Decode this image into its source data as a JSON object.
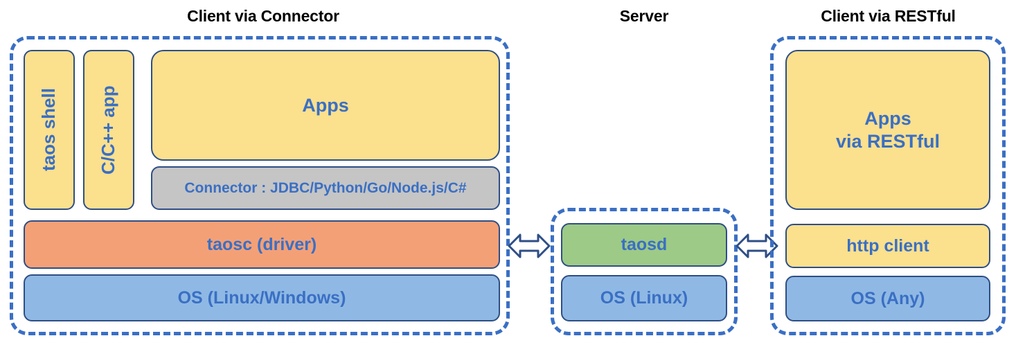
{
  "diagram": {
    "title_left": "Client via Connector",
    "title_middle": "Server",
    "title_right": "Client via RESTful",
    "colors": {
      "accent_blue": "#3A6FC4",
      "text_blue": "#3A6FC4",
      "border_navy": "#2E4E85",
      "yellow": "#FBE08D",
      "orange": "#F4A077",
      "blue": "#8FB9E4",
      "green": "#9DCA86",
      "gray": "#C5C5C5",
      "title_black": "#000000"
    }
  },
  "left_panel": {
    "title": "Client via Connector",
    "nodes": {
      "taos_shell": "taos shell",
      "c_cpp_app": "C/C++ app",
      "apps": "Apps",
      "connector": "Connector : JDBC/Python/Go/Node.js/C#",
      "taosc": "taosc (driver)",
      "os": "OS (Linux/Windows)"
    }
  },
  "middle_panel": {
    "title": "Server",
    "nodes": {
      "taosd": "taosd",
      "os": "OS (Linux)"
    }
  },
  "right_panel": {
    "title": "Client via RESTful",
    "nodes": {
      "apps": "Apps\nvia RESTful",
      "apps_line1": "Apps",
      "apps_line2": "via RESTful",
      "http_client": "http client",
      "os": "OS (Any)"
    }
  },
  "connectors": {
    "left_arrow_label": "bidirectional-arrow",
    "right_arrow_label": "bidirectional-arrow"
  }
}
